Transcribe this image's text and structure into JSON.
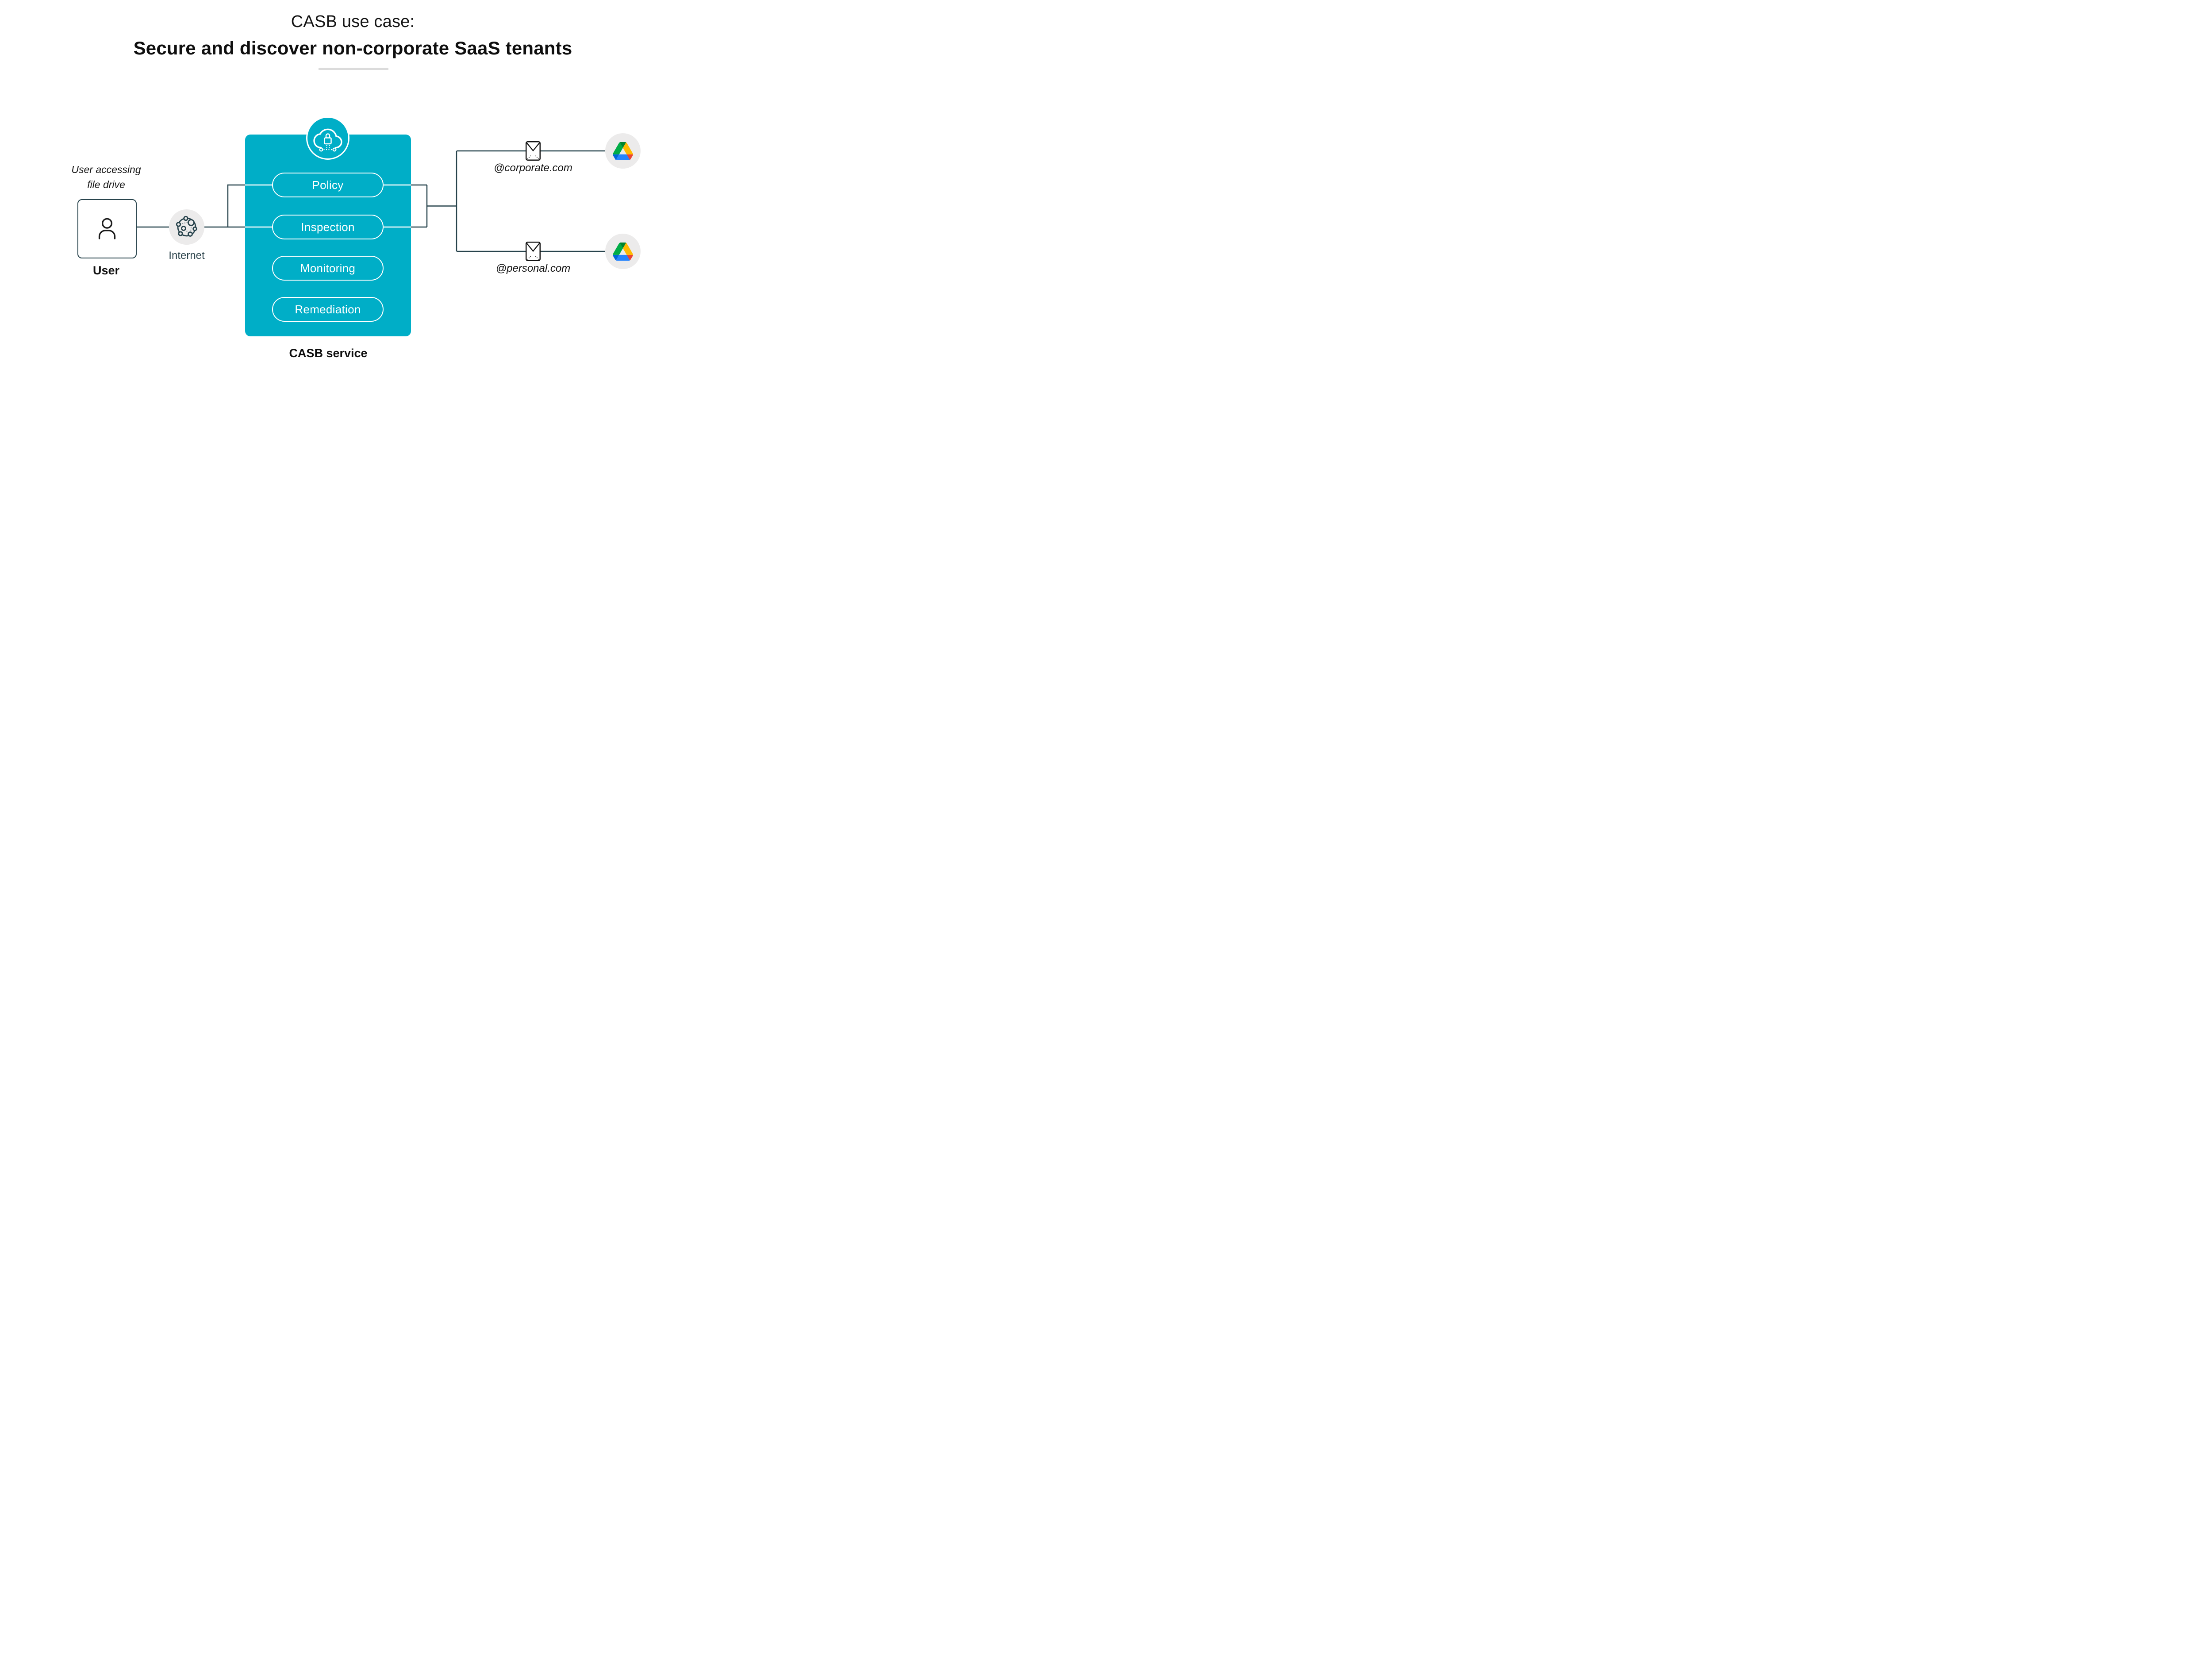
{
  "title": {
    "line1": "CASB use case:",
    "line2": "Secure and discover non-corporate SaaS tenants"
  },
  "left": {
    "caption_line1": "User accessing",
    "caption_line2": "file drive",
    "user_label": "User",
    "internet_label": "Internet"
  },
  "casb": {
    "service_label": "CASB service",
    "pills": [
      {
        "label": "Policy"
      },
      {
        "label": "Inspection"
      },
      {
        "label": "Monitoring"
      },
      {
        "label": "Remediation"
      }
    ]
  },
  "tenants": [
    {
      "email": "@corporate.com"
    },
    {
      "email": "@personal.com"
    }
  ],
  "icons": {
    "user": "person-outline-icon",
    "internet": "network-globe-icon",
    "casb_badge": "cloud-lock-icon",
    "tenant_link": "envelope-icon",
    "tenant_app": "google-drive-icon"
  },
  "colors": {
    "teal": "#00AEC7",
    "slate_line": "#27434C",
    "light_gray_circle": "#ECEBEB",
    "divider": "#DBDBDB",
    "text_black": "#161616",
    "white": "#FFFFFF"
  }
}
